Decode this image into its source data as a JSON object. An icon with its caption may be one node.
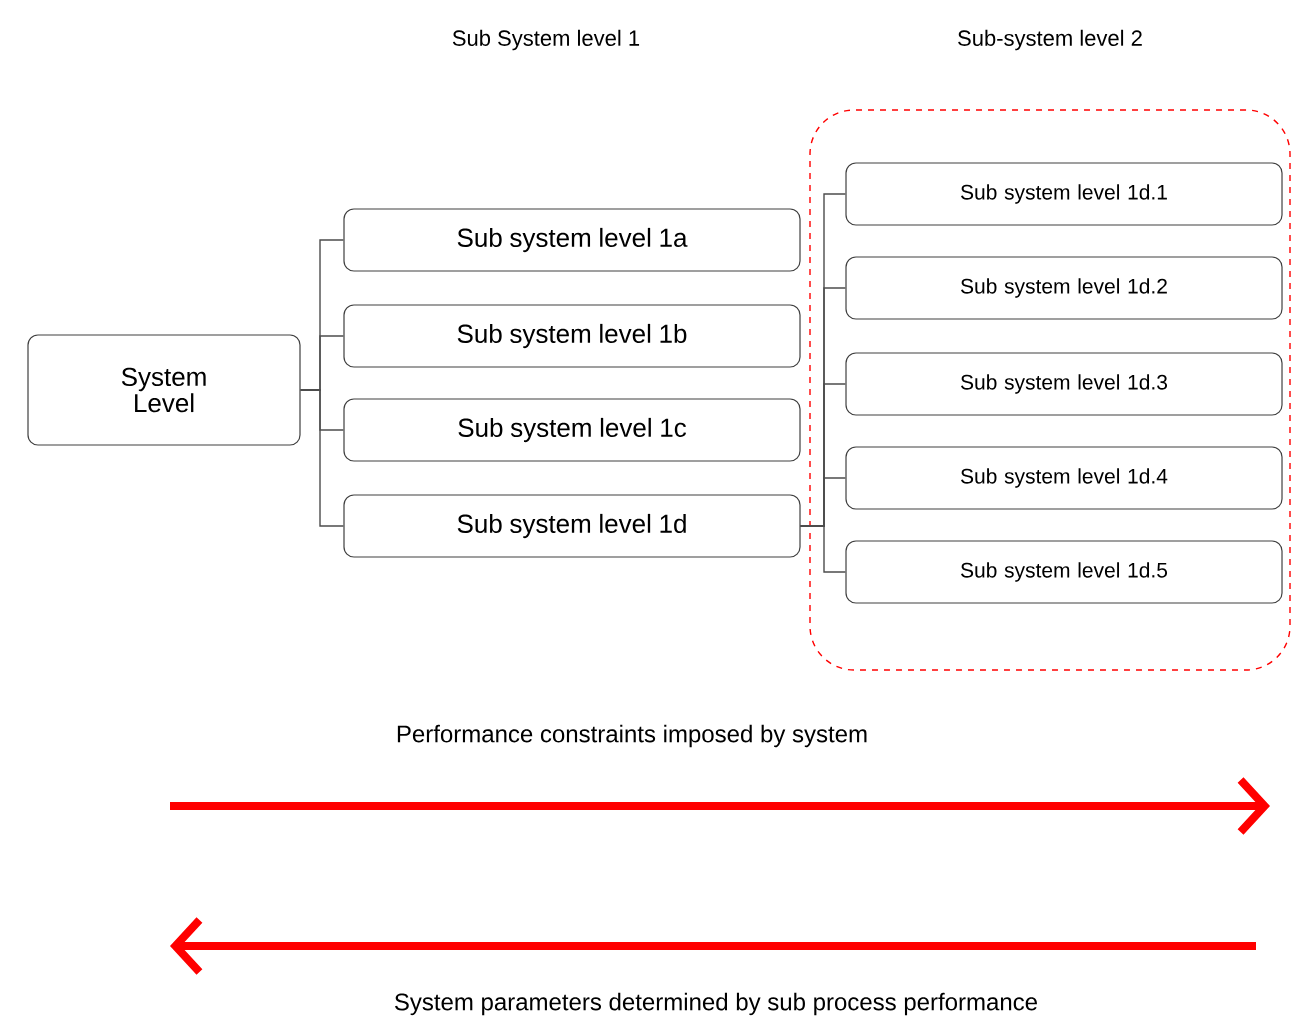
{
  "diagram": {
    "nodes": [
      {
        "text": [
          "System Level"
        ]
      },
      {
        "text": [
          "Sub system level 1a"
        ]
      },
      {
        "text": [
          "Sub system level 1b"
        ]
      },
      {
        "text": [
          "Sub system level 1c"
        ]
      },
      {
        "text": [
          "Sub system level 1d"
        ]
      },
      {
        "text": [],
        "shape": "box"
      },
      {
        "text": [
          "Sub system level 1d.1"
        ],
        "in": 5
      },
      {
        "text": [
          "Sub system level 1d.2"
        ],
        "in": 5
      },
      {
        "text": [
          "Sub system level 1d.3"
        ],
        "in": 5
      },
      {
        "text": [
          "Sub system level 1d.4"
        ],
        "in": 5
      },
      {
        "text": [
          "Sub system level 1d.5"
        ],
        "in": 5
      }
    ],
    "edges": [
      {
        "from": 0,
        "to": 1,
        "arrow": "none"
      },
      {
        "from": 0,
        "to": 2,
        "arrow": "none"
      },
      {
        "from": 0,
        "to": 3,
        "arrow": "none"
      },
      {
        "from": 0,
        "to": 4,
        "arrow": "none"
      },
      {
        "from": 4,
        "to": 6,
        "arrow": "none"
      },
      {
        "from": 4,
        "to": 7,
        "arrow": "none"
      },
      {
        "from": 4,
        "to": 8,
        "arrow": "none"
      },
      {
        "from": 4,
        "to": 9,
        "arrow": "none"
      },
      {
        "from": 4,
        "to": 10,
        "arrow": "none"
      }
    ],
    "labels": [
      "Sub System level 1",
      "Sub-system level 2",
      "Performance constraints imposed by system",
      "System parameters determined by sub process performance"
    ]
  }
}
